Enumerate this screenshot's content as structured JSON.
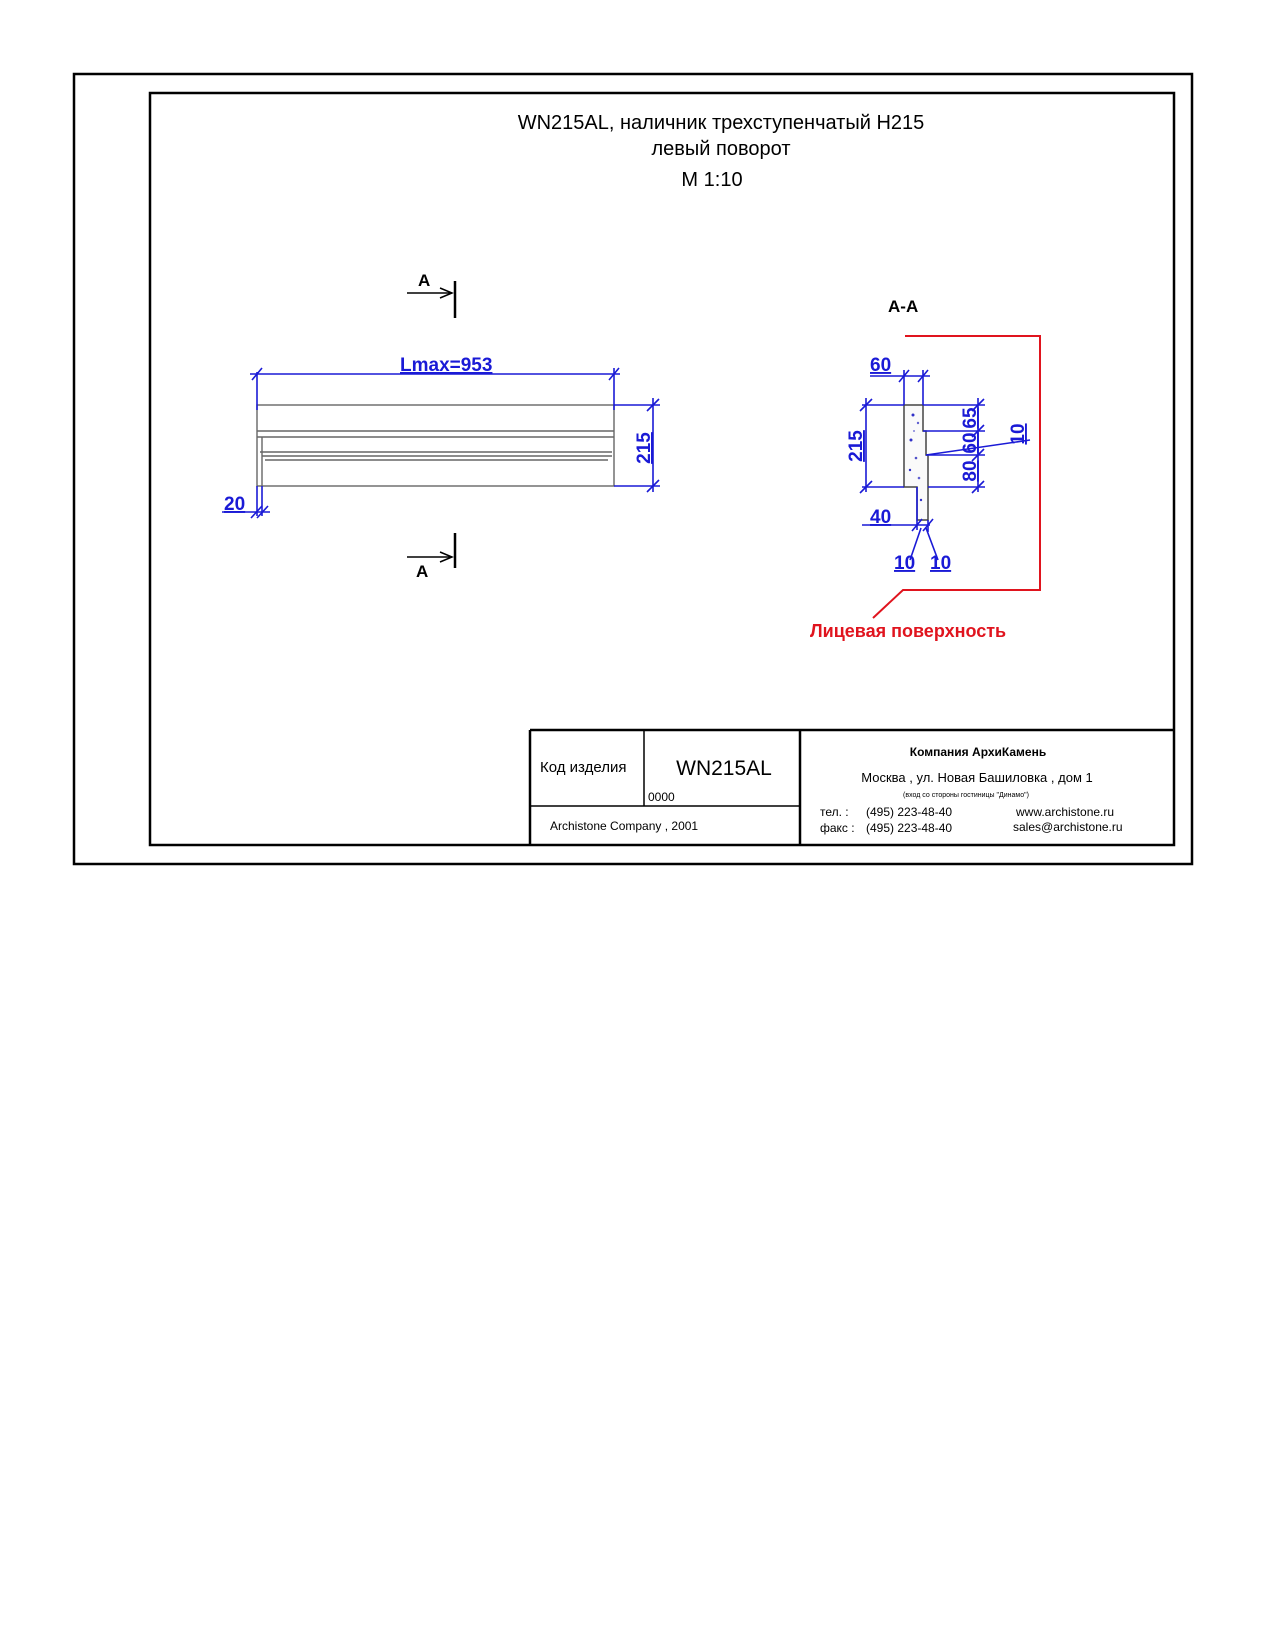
{
  "drawing": {
    "title_line1": "WN215AL, наличник трехступенчатый H215",
    "title_line2": "левый поворот",
    "scale": "M 1:10",
    "section_letter": "A",
    "section_title": "A-A",
    "face_label": "Лицевая поверхность"
  },
  "dimensions": {
    "length": "Lmax=953",
    "height_front": "215",
    "offset_left": "20",
    "sec_top_width": "60",
    "sec_height": "215",
    "sec_bottom_width": "40",
    "sec_step_65": "65",
    "sec_step_60": "60",
    "sec_step_80": "80",
    "sec_right_10": "10",
    "sec_bottom_10a": "10",
    "sec_bottom_10b": "10"
  },
  "title_block": {
    "code_label": "Код изделия",
    "code_value": "WN215AL",
    "code_number": "0000",
    "copyright": "Archistone  Company ,  2001",
    "company": "Компания  АрхиКамень",
    "address": "Москва , ул. Новая Башиловка , дом 1",
    "address_note": "(вход со стороны гостиницы \"Динамо\")",
    "phone_label": "тел.   :",
    "phone": "(495) 223-48-40",
    "fax_label": "факс :",
    "fax": "(495) 223-48-40",
    "website": "www.archistone.ru",
    "email": "sales@archistone.ru"
  },
  "colors": {
    "dimension": "#1a1ad6",
    "face_marker": "#e0141e",
    "frame": "#000000"
  }
}
